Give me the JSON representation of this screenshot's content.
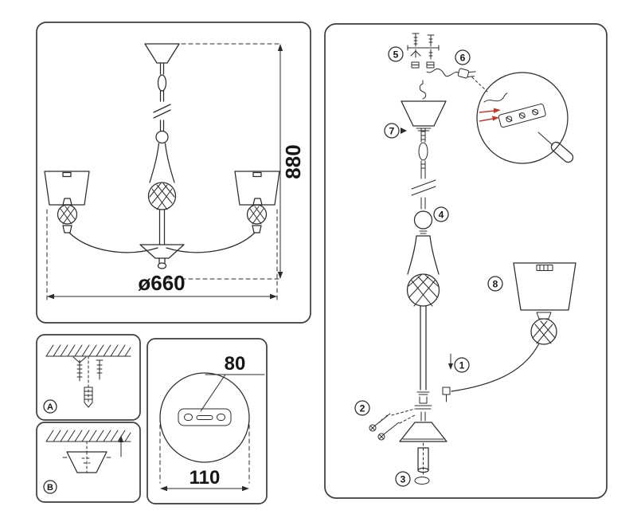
{
  "main_view": {
    "height_dim": "880",
    "diameter_dim": "ø660"
  },
  "bracket_detail": {
    "slot_spacing_dim": "80",
    "plate_width_dim": "110"
  },
  "mount_steps": {
    "step_a_label": "A",
    "step_b_label": "B"
  },
  "exploded_view": {
    "callout_1": "1",
    "callout_2": "2",
    "callout_3": "3",
    "callout_4": "4",
    "callout_5": "5",
    "callout_6": "6",
    "callout_7": "7",
    "callout_8": "8"
  },
  "colors": {
    "line": "#2b2b2b",
    "wire_red": "#c0392b",
    "background": "#ffffff"
  }
}
